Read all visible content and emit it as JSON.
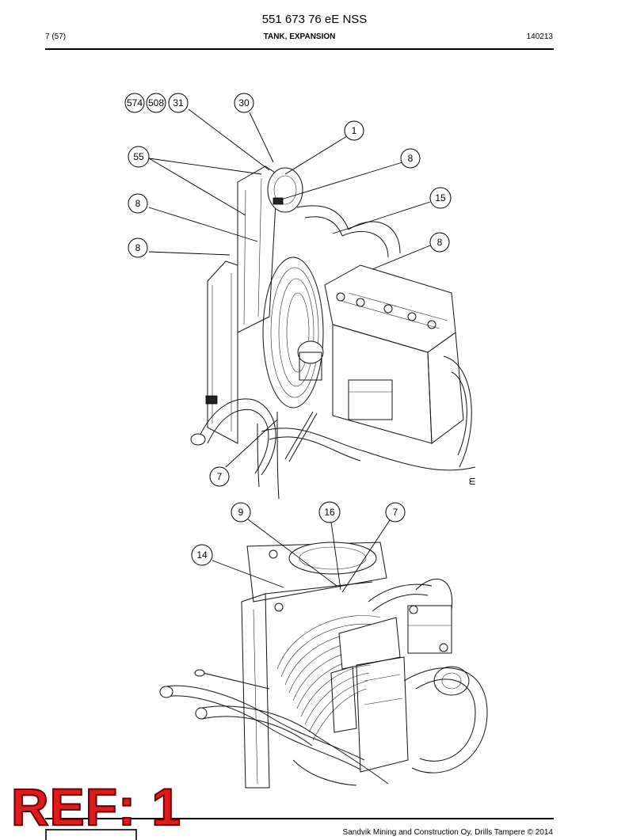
{
  "header": {
    "doc_title": "551 673 76 eE NSS",
    "page_number": "7 (57)",
    "section_title": "TANK, EXPANSION",
    "date_code": "140213"
  },
  "figure_top": {
    "callouts": [
      "574",
      "508",
      "31",
      "30",
      "1",
      "55",
      "8",
      "8",
      "15",
      "8",
      "8",
      "7"
    ],
    "stamp": "ᗴ"
  },
  "figure_bottom": {
    "callouts": [
      "9",
      "16",
      "7",
      "14"
    ]
  },
  "footer": {
    "copyright": "Sandvik Mining and Construction Oy, Drills Tampere © 2014"
  },
  "overlay": {
    "ref_label": "REF: 1"
  }
}
